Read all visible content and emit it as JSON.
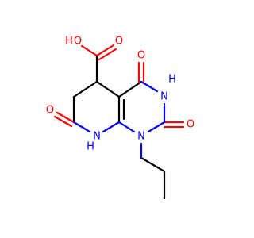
{
  "molecule": {
    "atom_labels": {
      "hydroxyl_o": "O",
      "hydroxyl_h": "H",
      "carboxyl_o": "O",
      "c4_o": "O",
      "n3_h": "H",
      "n3": "N",
      "c2_o": "O",
      "n1": "N",
      "n8_h": "H",
      "n8": "N",
      "c7_o": "O"
    }
  },
  "colors": {
    "bond": "#000000",
    "oxygen": "#ff0000",
    "nitrogen": "#0000ff",
    "background": "#ffffff"
  }
}
